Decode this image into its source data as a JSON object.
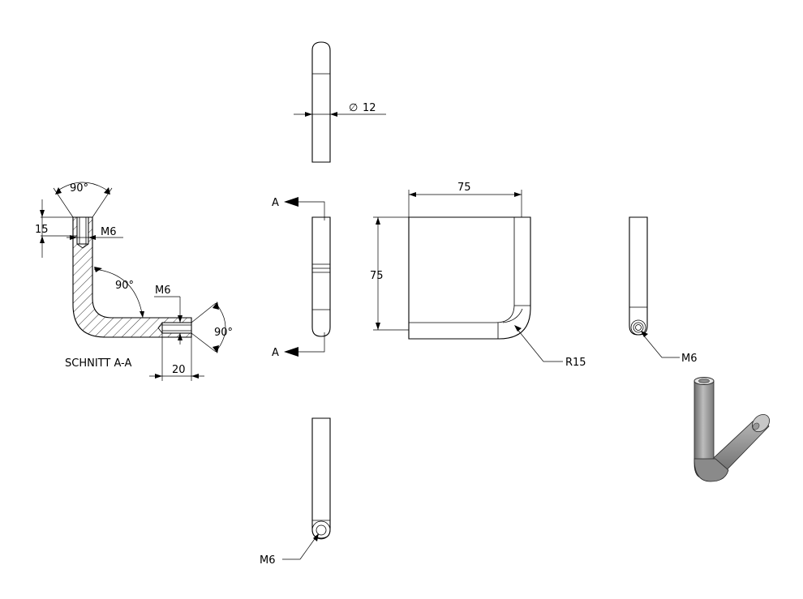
{
  "section_view": {
    "title": "SCHNITT A-A",
    "angle_top": "90°",
    "angle_inner": "90°",
    "angle_right": "90°",
    "depth_top": "15",
    "thread_top": "M6",
    "thread_side": "M6",
    "depth_side": "20"
  },
  "top_view": {
    "diameter_symbol": "∅",
    "diameter": "12"
  },
  "front_view": {
    "section_mark_top": "A",
    "section_mark_bottom": "A"
  },
  "side_view": {
    "width": "75",
    "height": "75",
    "radius": "R15"
  },
  "right_view": {
    "thread": "M6"
  },
  "bottom_view": {
    "thread": "M6"
  },
  "colors": {
    "line": "#000000",
    "shade": "#9a9a9a"
  }
}
